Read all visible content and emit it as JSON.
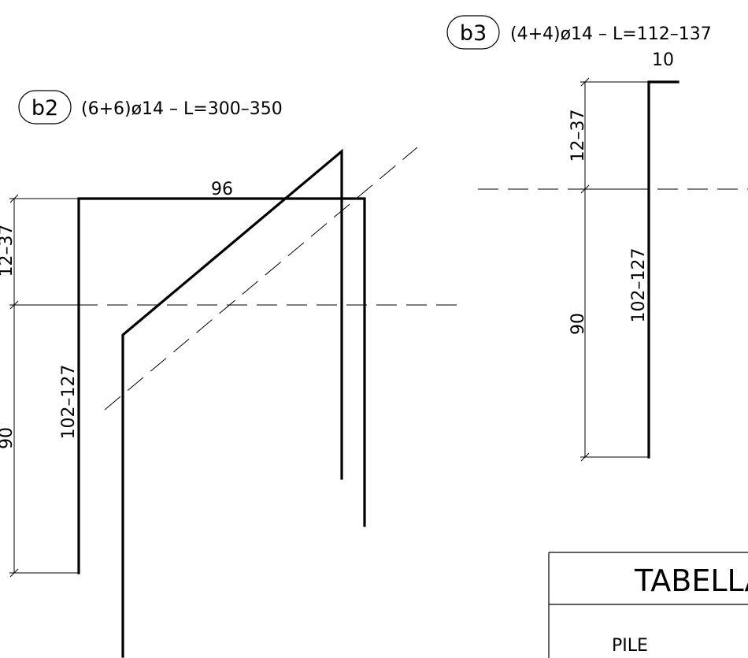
{
  "b2": {
    "mark": "b2",
    "spec": "(6+6)ø14 – L=300–350",
    "dim_top": "96",
    "dim_upper": "12–37",
    "dim_lower": "90",
    "dim_bar": "102–127"
  },
  "b3": {
    "mark": "b3",
    "spec": "(4+4)ø14 – L=112–137",
    "dim_hook": "10",
    "dim_upper": "12–37",
    "dim_lower": "90",
    "dim_bar": "102–127"
  },
  "table": {
    "title": "TABELLA",
    "row1": "PILE"
  }
}
